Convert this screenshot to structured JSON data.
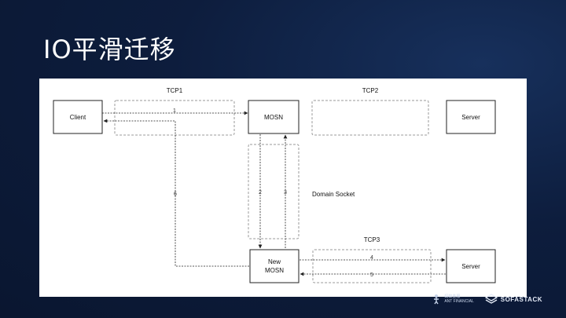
{
  "slide": {
    "title": "IO平滑迁移"
  },
  "diagram": {
    "groups": {
      "tcp1": "TCP1",
      "tcp2": "TCP2",
      "tcp3": "TCP3",
      "domain_socket": "Domain Socket"
    },
    "nodes": {
      "client": "Client",
      "mosn": "MOSN",
      "server_top": "Server",
      "new_mosn_line1": "New",
      "new_mosn_line2": "MOSN",
      "server_bottom": "Server"
    },
    "arrows": {
      "a1": "1",
      "a2": "2",
      "a3": "3",
      "a4": "4",
      "a5": "5",
      "a6": "6"
    }
  },
  "footer": {
    "ant_logo_line1": "蚂蚁金服",
    "ant_logo_line2": "ANT FINANCIAL",
    "sofastack": "SOFASTACK"
  },
  "colors": {
    "background": "#0d1d3d",
    "panel": "#ffffff",
    "stroke": "#222222",
    "dashed": "#9a9a9a"
  }
}
